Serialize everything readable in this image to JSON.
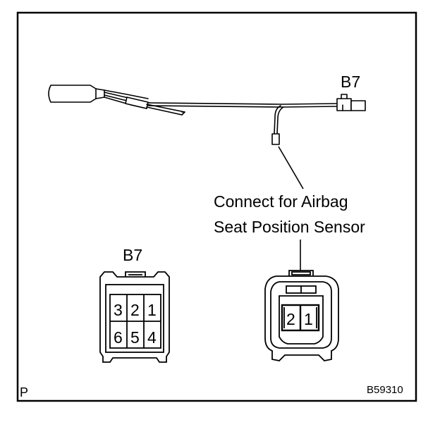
{
  "diagram": {
    "harness_connector_label": "B7",
    "callout_line1": "Connect for Airbag",
    "callout_line2": "Seat Position Sensor",
    "b7_front_label": "B7",
    "b7_pins_top": [
      "3",
      "2",
      "1"
    ],
    "b7_pins_bottom": [
      "6",
      "5",
      "4"
    ],
    "sensor_pins": [
      "2",
      "1"
    ],
    "corner_mark": "P",
    "figure_code": "B59310"
  }
}
